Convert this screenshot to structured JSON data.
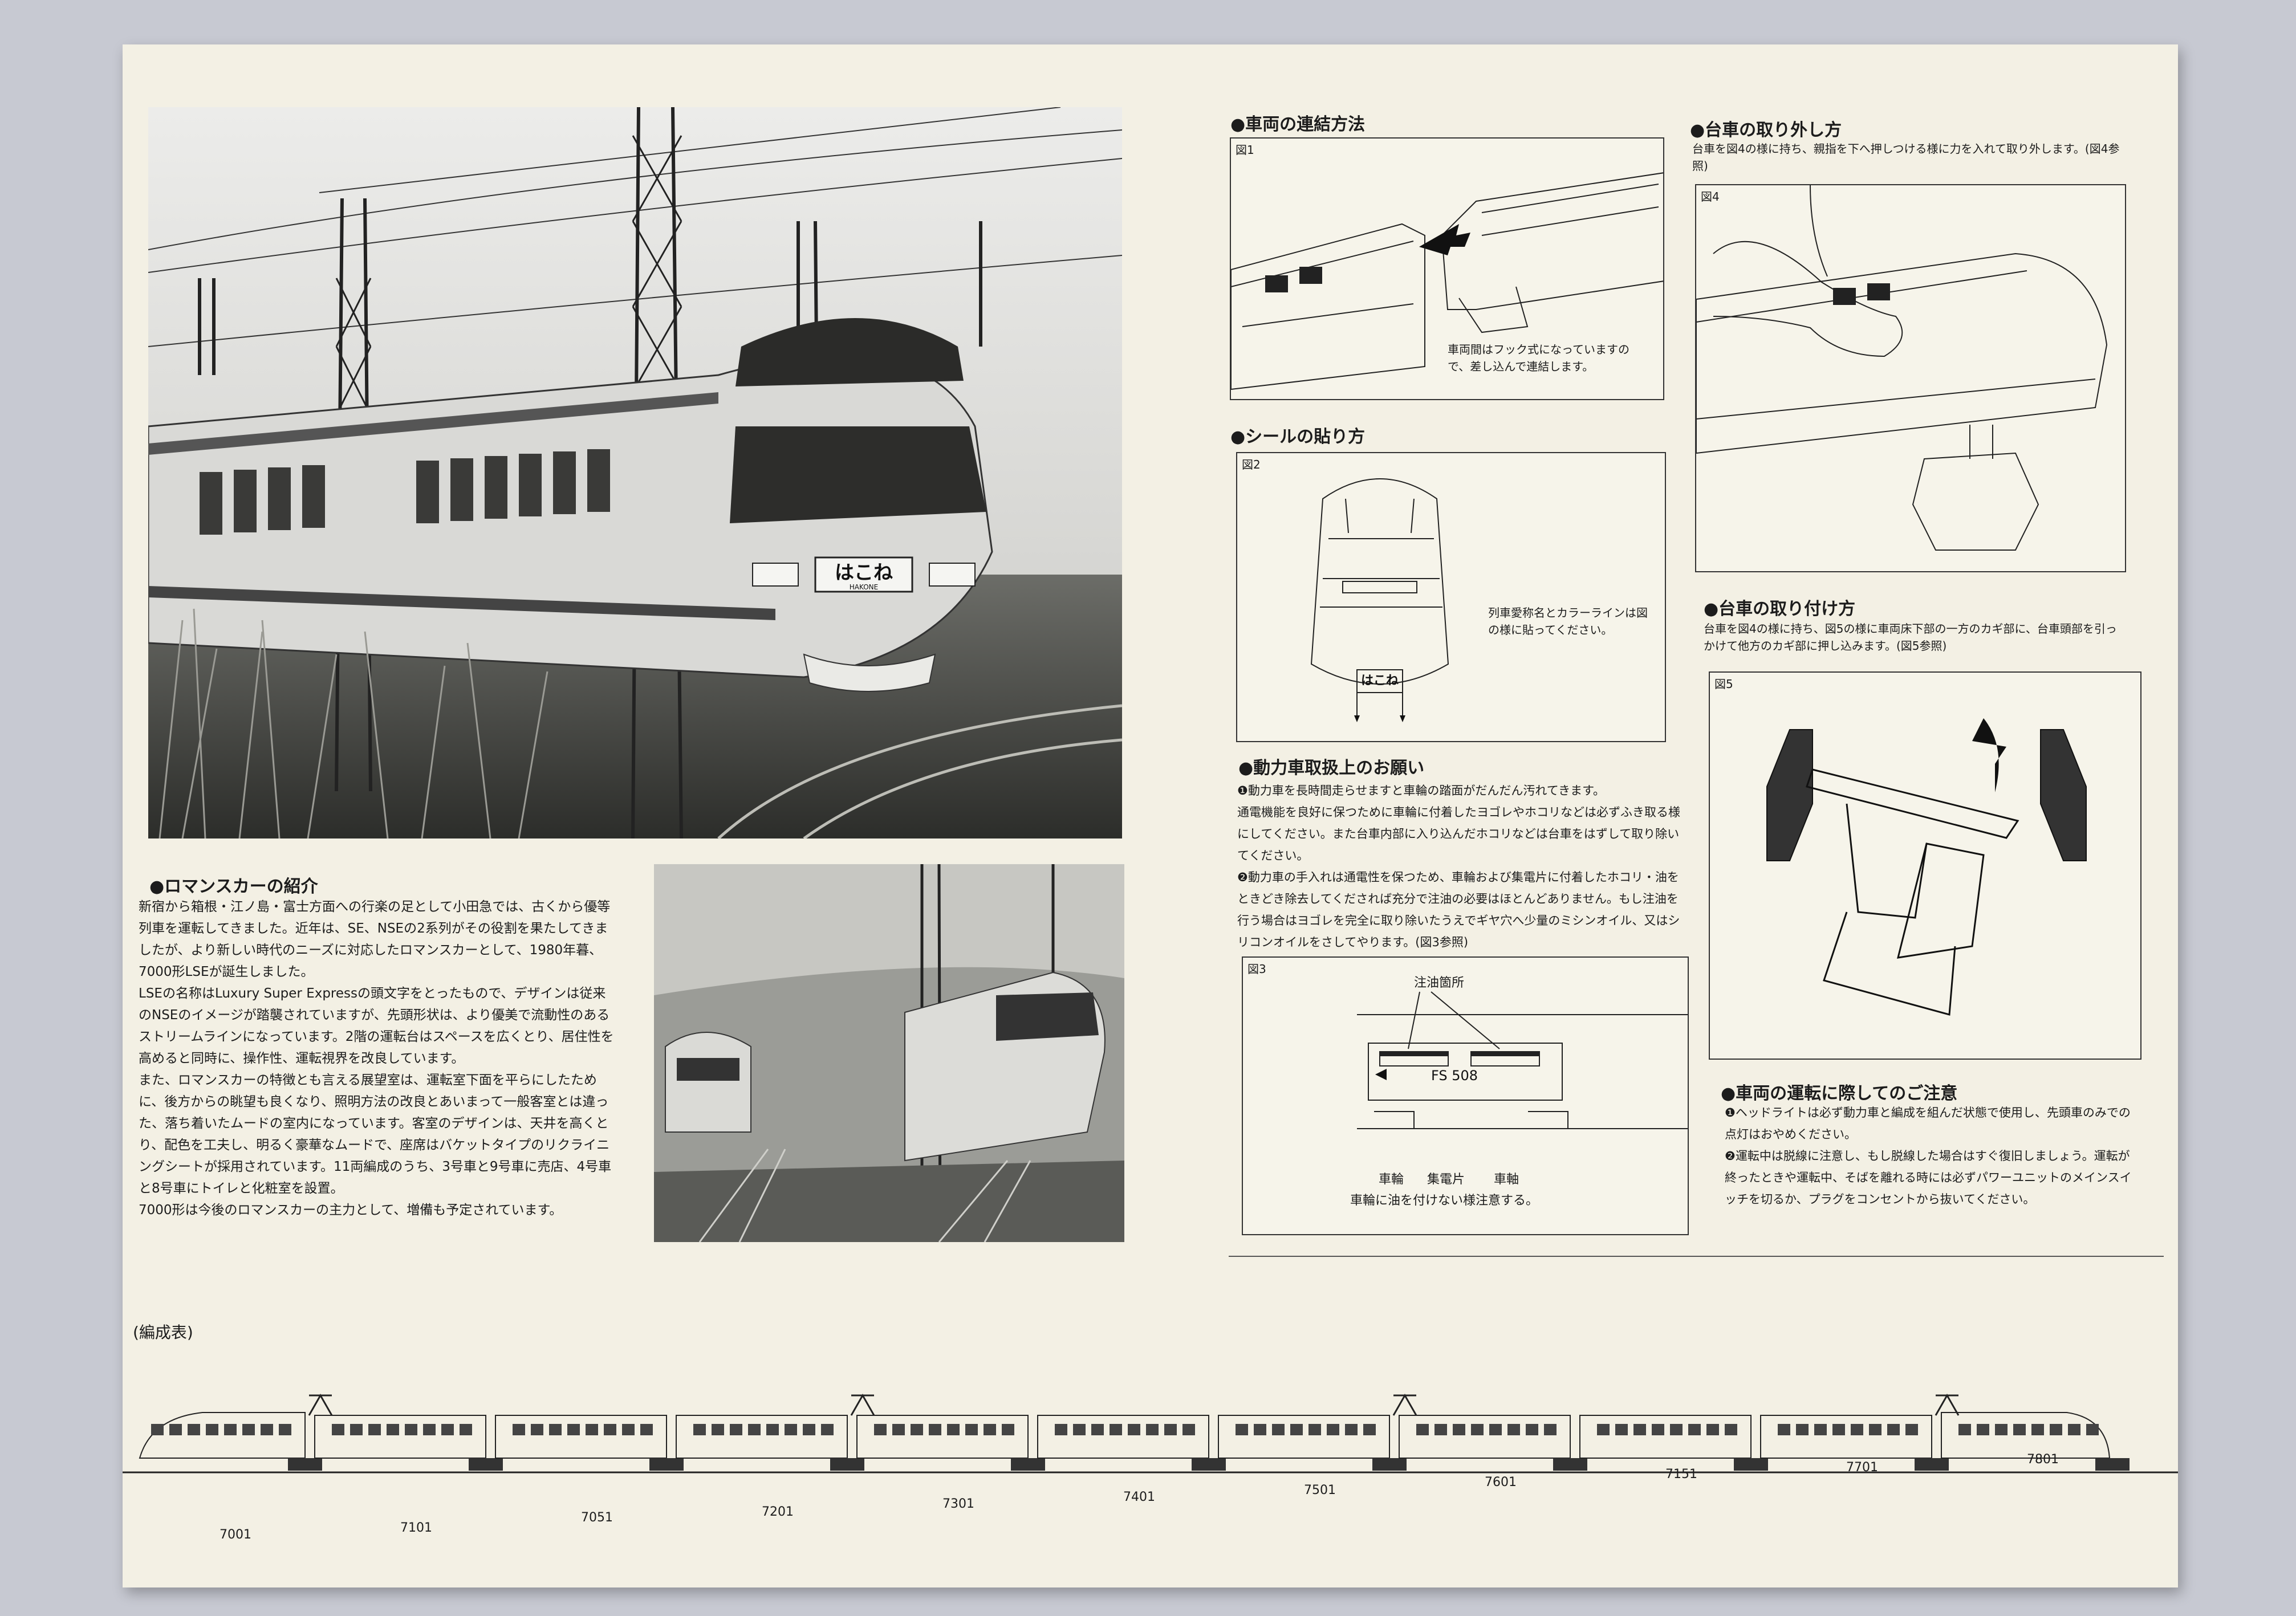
{
  "intro": {
    "heading": "●ロマンスカーの紹介",
    "paragraphs": [
      "新宿から箱根・江ノ島・富士方面への行楽の足として小田急では、古くから優等列車を運転してきました。近年は、SE、NSEの2系列がその役割を果たしてきましたが、より新しい時代のニーズに対応したロマンスカーとして、1980年暮、7000形LSEが誕生しました。",
      "LSEの名称はLuxury Super Expressの頭文字をとったもので、デザインは従来のNSEのイメージが踏襲されていますが、先頭形状は、より優美で流動性のあるストリームラインになっています。2階の運転台はスペースを広くとり、居住性を高めると同時に、操作性、運転視界を改良しています。",
      "また、ロマンスカーの特徴とも言える展望室は、運転室下面を平らにしたために、後方からの眺望も良くなり、照明方法の改良とあいまって一般客室とは違った、落ち着いたムードの室内になっています。客室のデザインは、天井を高くとり、配色を工夫し、明るく豪華なムードで、座席はバケットタイプのリクライニングシートが採用されています。11両編成のうち、3号車と9号車に売店、4号車と8号車にトイレと化粧室を設置。",
      "7000形は今後のロマンスカーの主力として、増備も予定されています。"
    ]
  },
  "main_photo": {
    "destination_sign": "はこね",
    "destination_sign_roman": "HAKONE"
  },
  "coupling": {
    "heading": "●車両の連結方法",
    "fig_label": "図1",
    "caption": "車両間はフック式になっていますので、差し込んで連結します。"
  },
  "seal": {
    "heading": "●シールの貼り方",
    "fig_label": "図2",
    "caption": "列車愛称名とカラーラインは図の様に貼ってください。",
    "sign_text": "はこね"
  },
  "power_car": {
    "heading": "●動力車取扱上のお願い",
    "items": [
      "❶動力車を長時間走らせますと車輪の踏面がだんだん汚れてきます。",
      "通電機能を良好に保つために車輪に付着したヨゴレやホコリなどは必ずふき取る様にしてください。また台車内部に入り込んだホコリなどは台車をはずして取り除いてください。",
      "❷動力車の手入れは通電性を保つため、車輪および集電片に付着したホコリ・油をときどき除去してくだされば充分で注油の必要はほとんどありません。もし注油を行う場合はヨゴレを完全に取り除いたうえでギヤ穴へ少量のミシンオイル、又はシリコンオイルをさしてやります。(図3参照)"
    ]
  },
  "oiling_fig": {
    "fig_label": "図3",
    "oil_point_label": "注油箇所",
    "model_label": "FS 508",
    "wheel_label": "車輪",
    "collector_label": "集電片",
    "axle_label": "車軸",
    "warning": "車輪に油を付けない様注意する。"
  },
  "bogie_removal": {
    "heading": "●台車の取り外し方",
    "text": "台車を図4の様に持ち、親指を下へ押しつける様に力を入れて取り外します。(図4参照)",
    "fig_label": "図4"
  },
  "bogie_install": {
    "heading": "●台車の取り付け方",
    "text": "台車を図4の様に持ち、図5の様に車両床下部の一方のカギ部に、台車頭部を引っかけて他方のカギ部に押し込みます。(図5参照)",
    "fig_label": "図5"
  },
  "operation": {
    "heading": "●車両の運転に際してのご注意",
    "items": [
      "❶ヘッドライトは必ず動力車と編成を組んだ状態で使用し、先頭車のみでの点灯はおやめください。",
      "❷運転中は脱線に注意し、もし脱線した場合はすぐ復旧しましょう。運転が終ったときや運転中、そばを離れる時には必ずパワーユニットのメインスイッチを切るか、プラグをコンセントから抜いてください。"
    ]
  },
  "formation": {
    "heading": "(編成表)",
    "cars": [
      "7001",
      "7101",
      "7051",
      "7201",
      "7301",
      "7401",
      "7501",
      "7601",
      "7151",
      "7701",
      "7801"
    ]
  }
}
